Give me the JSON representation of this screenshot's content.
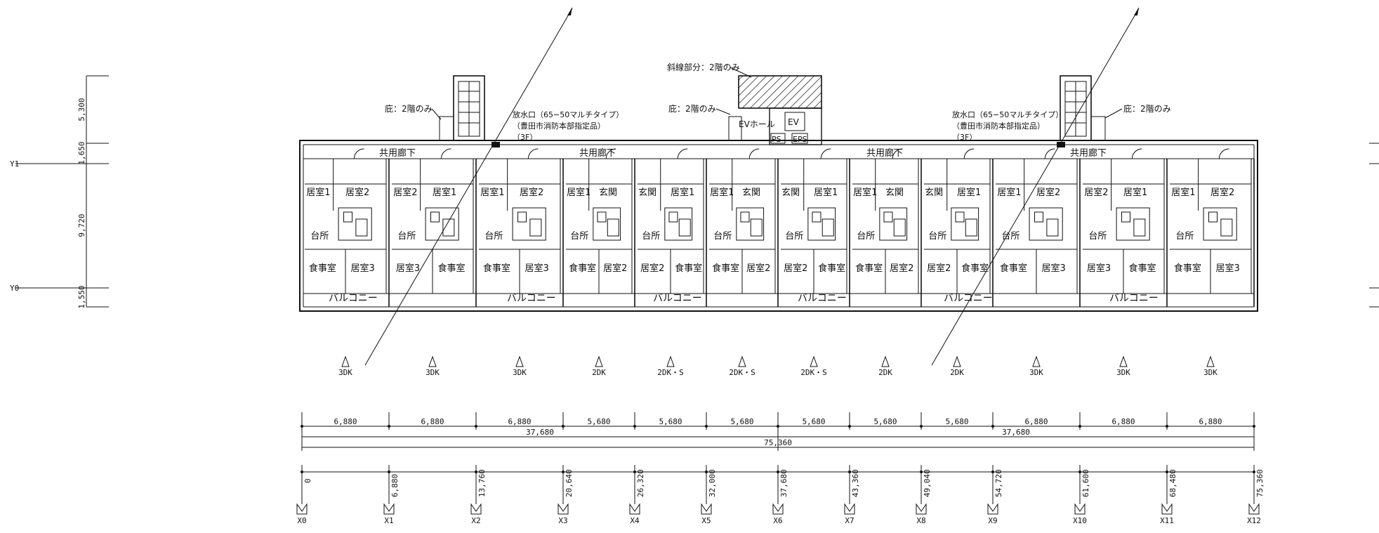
{
  "left_dims": [
    "5,300",
    "1,650",
    "9,720",
    "1,550"
  ],
  "y_axes": [
    "Y1",
    "Y0"
  ],
  "corridor_label": "共用廊下",
  "balcony_label": "バルコニー",
  "notes": {
    "hatched": "斜線部分：2階のみ",
    "eave_1": "庇：2階のみ",
    "eave_2": "庇：2階のみ",
    "eave_3": "庇：2階のみ",
    "hydrant_1": [
      "放水口（65−50マルチタイプ）",
      "（豊田市消防本部指定品）",
      "（3F）"
    ],
    "hydrant_2": [
      "放水口（65−50マルチタイプ）",
      "（豊田市消防本部指定品）",
      "（3F）"
    ],
    "ev_hall": "EVホール",
    "ev": "EV",
    "ps": "PS",
    "eps": "EPS"
  },
  "units": [
    {
      "type": "3DK",
      "rooms": [
        "居室1",
        "居室2",
        "台所",
        "食事室",
        "居室3"
      ]
    },
    {
      "type": "3DK",
      "rooms": [
        "居室2",
        "居室1",
        "台所",
        "居室3",
        "食事室"
      ]
    },
    {
      "type": "3DK",
      "rooms": [
        "居室1",
        "居室2",
        "台所",
        "食事室",
        "居室3"
      ]
    },
    {
      "type": "2DK",
      "rooms": [
        "居室1",
        "玄関",
        "台所",
        "食事室",
        "居室2"
      ]
    },
    {
      "type": "2DK・S",
      "rooms": [
        "玄関",
        "居室1",
        "台所",
        "居室2",
        "食事室"
      ]
    },
    {
      "type": "2DK・S",
      "rooms": [
        "居室1",
        "玄関",
        "台所",
        "食事室",
        "居室2"
      ]
    },
    {
      "type": "2DK・S",
      "rooms": [
        "玄関",
        "居室1",
        "台所",
        "居室2",
        "食事室"
      ]
    },
    {
      "type": "2DK",
      "rooms": [
        "居室1",
        "玄関",
        "台所",
        "食事室",
        "居室2"
      ]
    },
    {
      "type": "2DK",
      "rooms": [
        "玄関",
        "居室1",
        "台所",
        "居室2",
        "食事室"
      ]
    },
    {
      "type": "3DK",
      "rooms": [
        "居室1",
        "居室2",
        "台所",
        "食事室",
        "居室3"
      ]
    },
    {
      "type": "3DK",
      "rooms": [
        "居室2",
        "居室1",
        "台所",
        "居室3",
        "食事室"
      ]
    },
    {
      "type": "3DK",
      "rooms": [
        "居室1",
        "居室2",
        "台所",
        "食事室",
        "居室3"
      ]
    }
  ],
  "span_dims": [
    "6,880",
    "6,880",
    "6,880",
    "5,680",
    "5,680",
    "5,680",
    "5,680",
    "5,680",
    "5,680",
    "6,880",
    "6,880",
    "6,880"
  ],
  "half_dims": [
    "37,680",
    "37,680"
  ],
  "total_dim": "75,360",
  "cumulative": [
    "0",
    "6,880",
    "13,760",
    "20,640",
    "26,320",
    "32,000",
    "37,680",
    "43,360",
    "49,040",
    "54,720",
    "61,600",
    "68,480",
    "75,360"
  ],
  "x_axes": [
    "X0",
    "X1",
    "X2",
    "X3",
    "X4",
    "X5",
    "X6",
    "X7",
    "X8",
    "X9",
    "X10",
    "X11",
    "X12"
  ]
}
